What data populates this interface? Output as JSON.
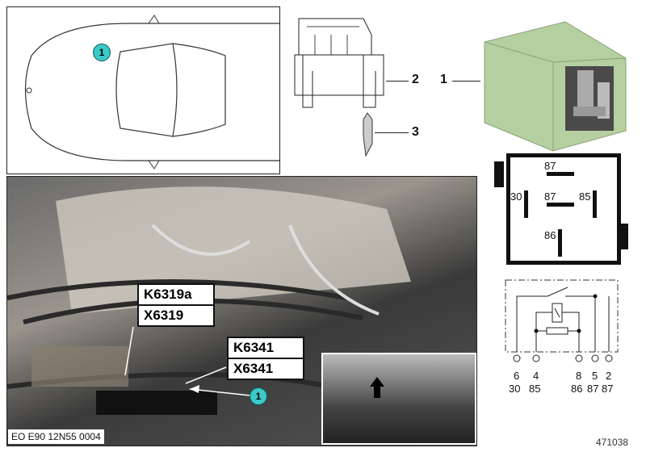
{
  "callouts": {
    "car": "1",
    "photo": "1"
  },
  "parts": [
    {
      "number": "1",
      "name": "relay"
    },
    {
      "number": "2",
      "name": "relay-socket"
    },
    {
      "number": "3",
      "name": "terminal"
    }
  ],
  "photo_labels": {
    "k6319a": "K6319a",
    "x6319": "X6319",
    "k6341": "K6341",
    "x6341": "X6341"
  },
  "photo_caption": "EO E90 12N55 0004",
  "pin_layout": {
    "top": "87",
    "left": "30",
    "center": "87",
    "right": "85",
    "bottom": "86"
  },
  "schematic": {
    "pins": [
      {
        "num": "6",
        "term": "30"
      },
      {
        "num": "4",
        "term": "85"
      },
      {
        "num": "8",
        "term": "86"
      },
      {
        "num": "5",
        "term": "87"
      },
      {
        "num": "2",
        "term": "87"
      }
    ]
  },
  "diagram_id": "471038",
  "colors": {
    "callout": "#3cc8c8",
    "relay": "#b5cfa0"
  }
}
